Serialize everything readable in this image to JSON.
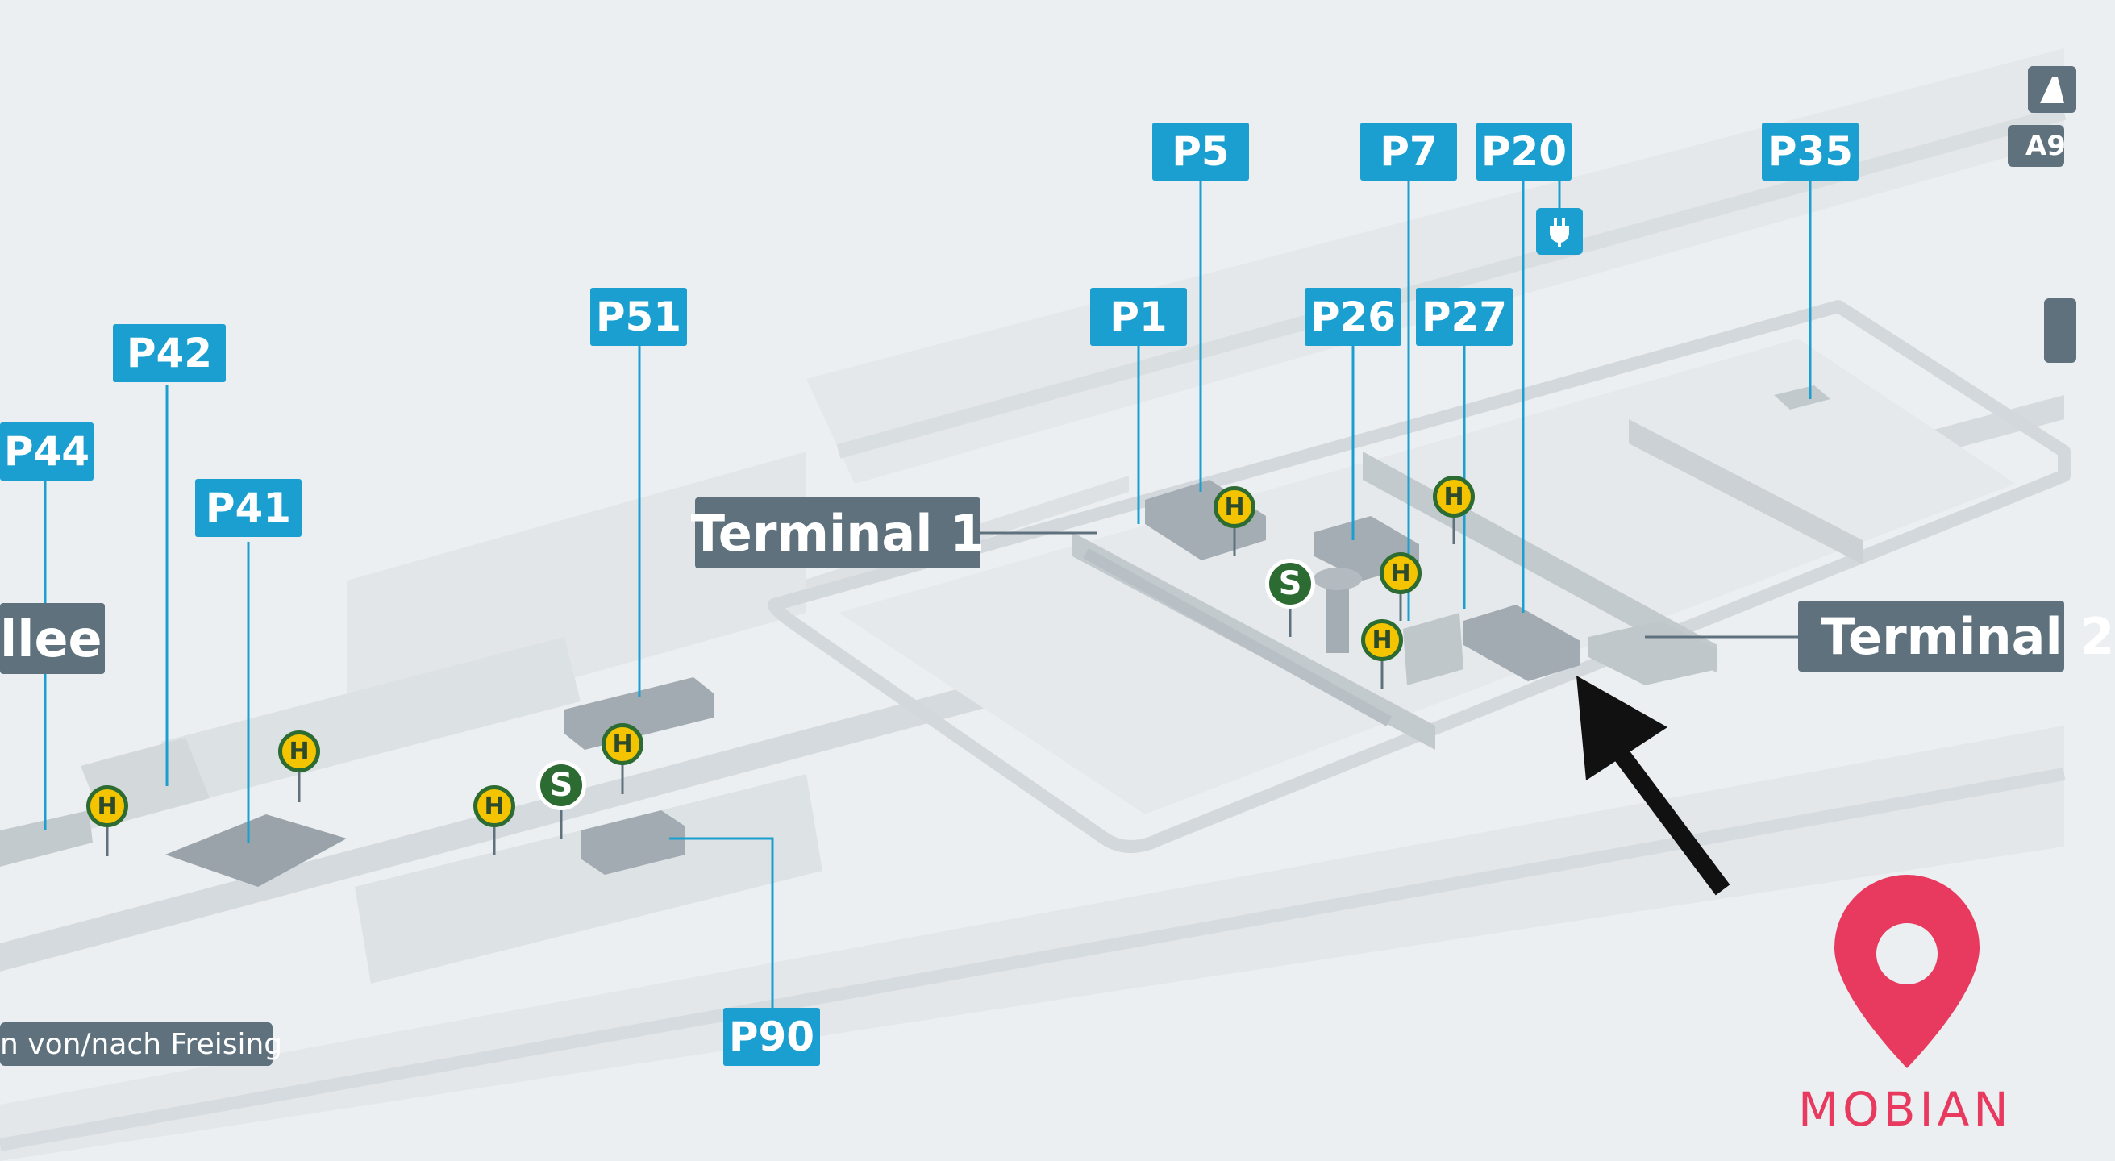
{
  "map": {
    "colors": {
      "background": "#eceff1",
      "parking": "#1a9fd0",
      "label": "#5e717c",
      "bus_stop": "#f5c400",
      "train": "#2c6b32",
      "brand": "#e8395f",
      "arrow": "#111111"
    },
    "parking": [
      "P5",
      "P7",
      "P20",
      "P35",
      "P1",
      "P26",
      "P27",
      "P51",
      "P42",
      "P44",
      "P41",
      "P90"
    ],
    "terminals": [
      "Terminal 1",
      "Terminal 2"
    ],
    "road_labels": [
      "llee",
      "n von/nach Freising"
    ],
    "highway": {
      "label": "A9"
    },
    "stops": {
      "bus_letter": "H",
      "train_letter": "S"
    },
    "icons": [
      "highway-icon",
      "ev-charging-icon",
      "location-pin-icon",
      "pointer-arrow-icon"
    ],
    "brand": {
      "name": "MOBIAN"
    }
  }
}
